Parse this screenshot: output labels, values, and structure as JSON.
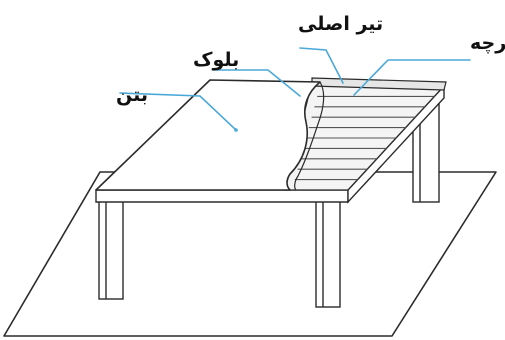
{
  "labels": {
    "concrete": "بتن",
    "block": "بلوک",
    "main_beam": "تیر اصلی",
    "joist": "تیرچه"
  },
  "colors": {
    "outline": "#2b2b2b",
    "leader_line": "#4aa8d8",
    "background": "#ffffff"
  }
}
